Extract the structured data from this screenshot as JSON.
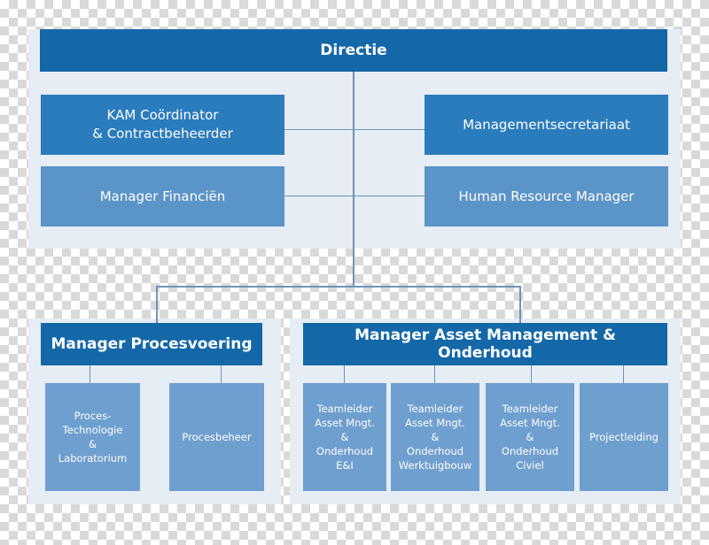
{
  "directie": "Directie",
  "staff": {
    "kam": "KAM Coördinator\n& Contractbeheerder",
    "secretariaat": "Managementsecretariaat",
    "financien": "Manager Financiën",
    "hr": "Human Resource Manager"
  },
  "procesvoering": {
    "title": "Manager Procesvoering",
    "children": [
      "Proces-\nTechnologie\n&\nLaboratorium",
      "Procesbeheer"
    ]
  },
  "asset": {
    "title": "Manager Asset Management & Onderhoud",
    "children": [
      "Teamleider\nAsset Mngt.\n&\nOnderhoud\nE&I",
      "Teamleider\nAsset Mngt.\n&\nOnderhoud\nWerktuigbouw",
      "Teamleider\nAsset Mngt.\n&\nOnderhoud\nCiviel",
      "Projectleiding"
    ]
  },
  "colors": {
    "dark": "#1568a8",
    "mid": "#2b7cbc",
    "light": "#5b94c8",
    "panel": "#e6edf4",
    "connector": "#6f93b8"
  }
}
